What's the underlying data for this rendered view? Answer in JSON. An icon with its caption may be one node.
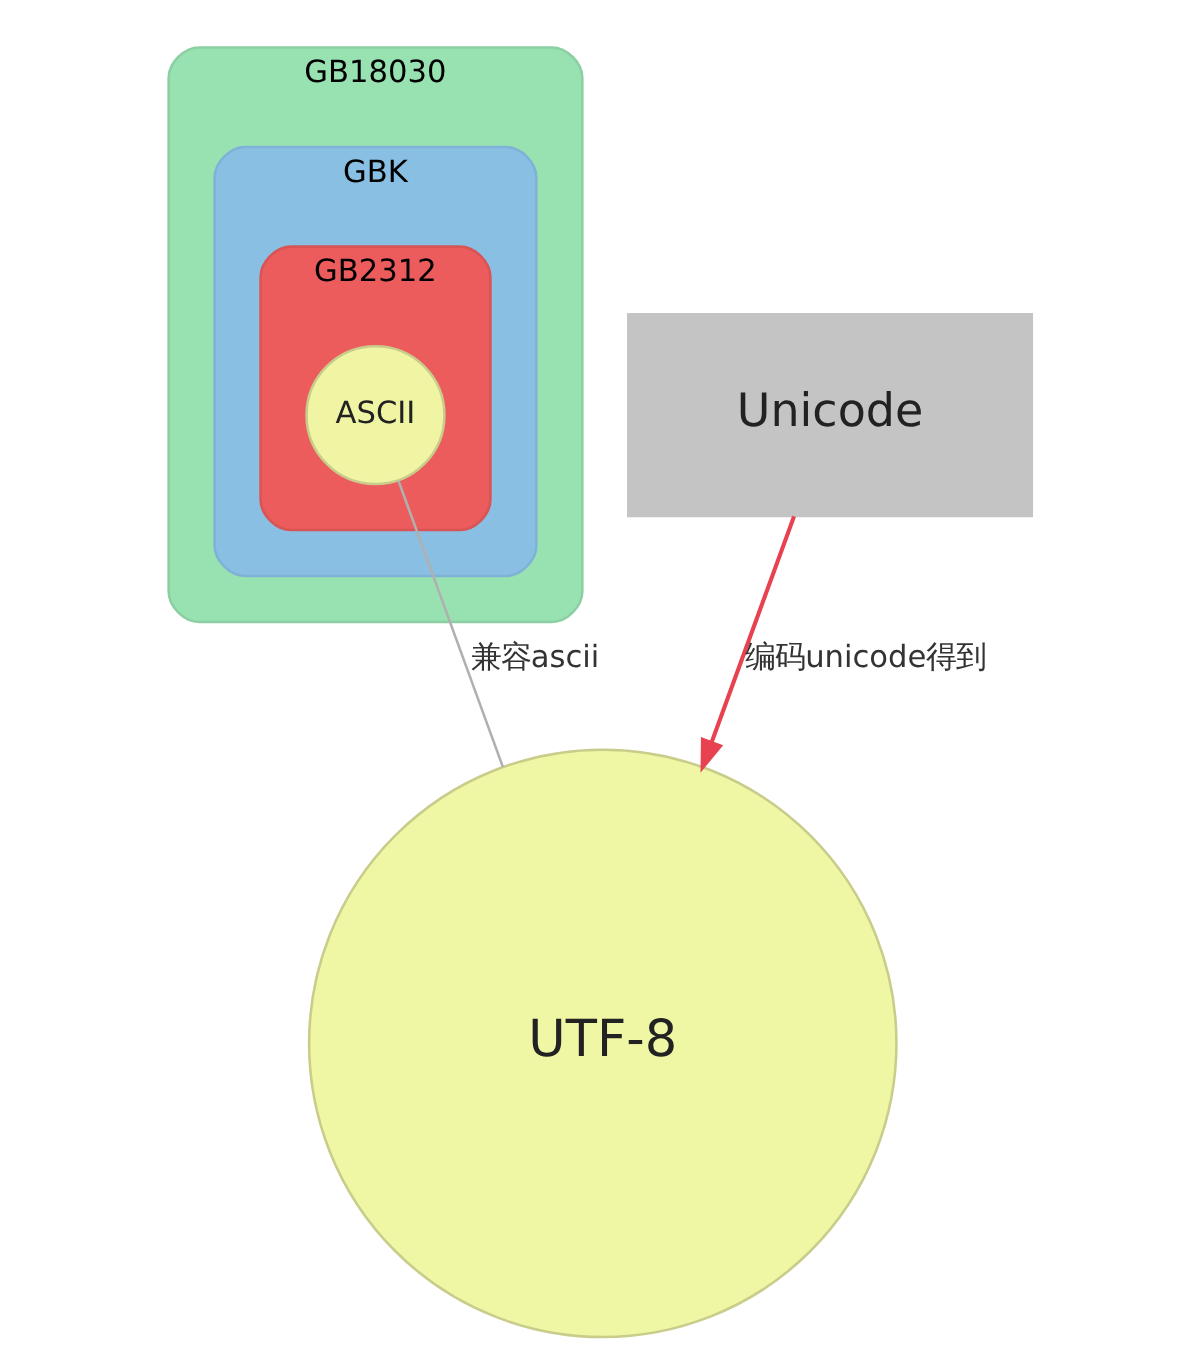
{
  "diagram": {
    "nodes": [
      {
        "text": [
          "GB18030"
        ]
      },
      {
        "text": [
          "GBK"
        ],
        "in": 0
      },
      {
        "text": [
          "GB2312"
        ],
        "in": 1
      },
      {
        "text": [
          "ASCII"
        ],
        "in": 2
      },
      {
        "text": [
          "UTF-8"
        ]
      },
      {
        "text": [
          "Unicode"
        ]
      }
    ],
    "edges": [
      {
        "from": 3,
        "to": 4,
        "arrow": "none",
        "label": "兼容ascii"
      },
      {
        "from": 5,
        "to": 4,
        "arrow": "to",
        "label": "编码unicode得到",
        "color": "#e8414f"
      }
    ]
  }
}
